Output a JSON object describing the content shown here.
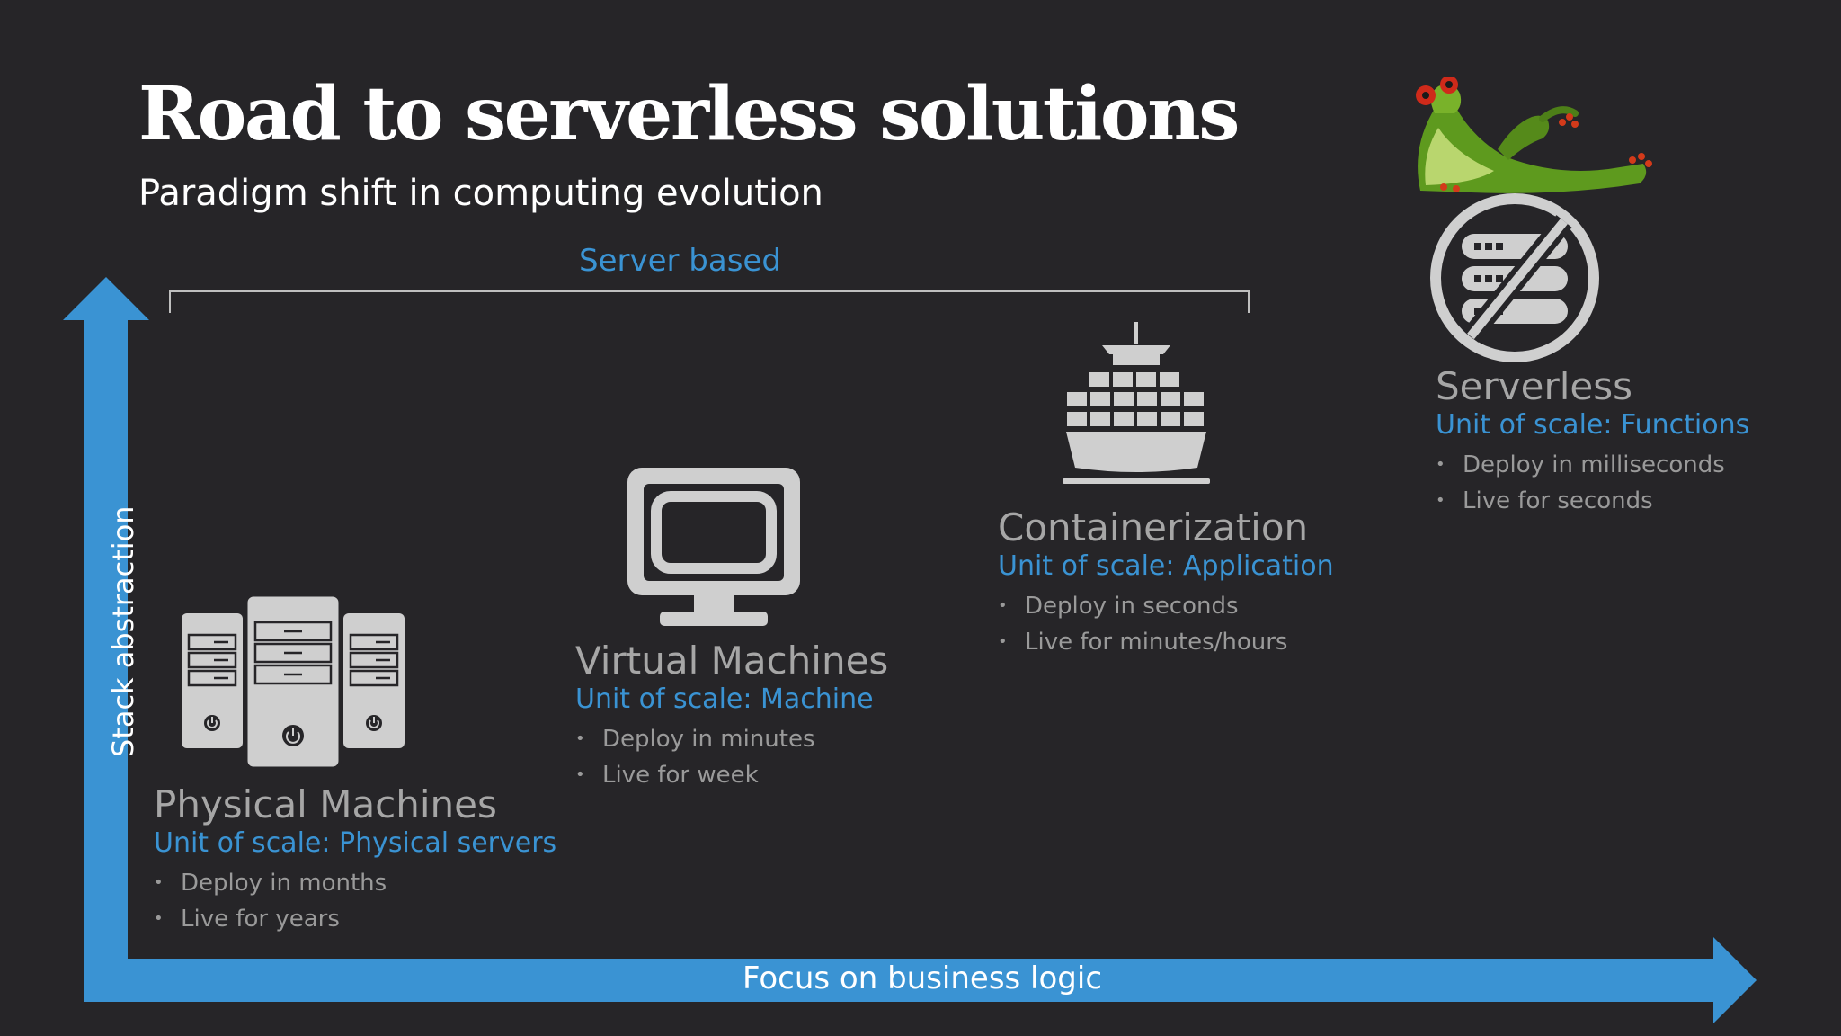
{
  "slide": {
    "title": "Road to serverless solutions",
    "subtitle": "Paradigm shift in computing evolution"
  },
  "bracket": {
    "label": "Server based"
  },
  "axes": {
    "y_label": "Stack abstraction",
    "x_label": "Focus on business logic",
    "arrow_color": "#3a93d3"
  },
  "stages": [
    {
      "title": "Physical Machines",
      "unit": "Unit of scale: Physical servers",
      "bullets": [
        "Deploy in months",
        "Live for years"
      ],
      "icon": "server-tower-icon"
    },
    {
      "title": "Virtual Machines",
      "unit": "Unit of scale: Machine",
      "bullets": [
        "Deploy in minutes",
        "Live for week"
      ],
      "icon": "monitor-icon"
    },
    {
      "title": "Containerization",
      "unit": "Unit of scale: Application",
      "bullets": [
        "Deploy in seconds",
        "Live for minutes/hours"
      ],
      "icon": "container-ship-icon"
    },
    {
      "title": "Serverless",
      "unit": "Unit of scale: Functions",
      "bullets": [
        "Deploy in milliseconds",
        "Live for seconds"
      ],
      "icon": "no-server-icon"
    }
  ],
  "decoration": {
    "mascot": "reclining-frog-icon"
  },
  "colors": {
    "background": "#262528",
    "accent": "#3a93d3",
    "heading": "#ffffff",
    "muted_text": "#a6a6a6",
    "icon_gray": "#cfcfcf"
  }
}
